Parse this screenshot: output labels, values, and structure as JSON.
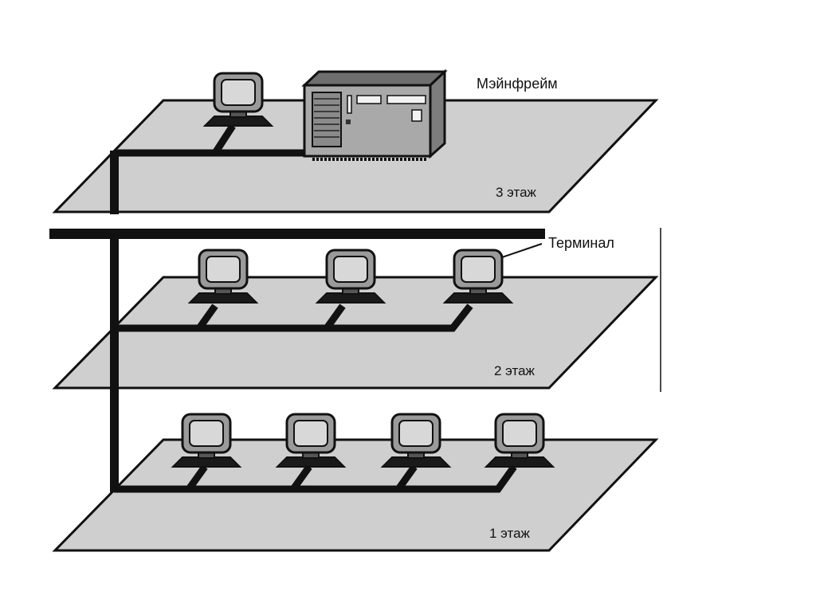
{
  "labels": {
    "mainframe": "Мэйнфрейм",
    "terminal": "Терминал",
    "floor3": "3 этаж",
    "floor2": "2 этаж",
    "floor1": "1 этаж"
  },
  "colors": {
    "floor_fill": "#cfcfcf",
    "stroke": "#111111",
    "screen": "#bdbdbd",
    "mainframe_body": "#a9a9a9",
    "mainframe_top": "#6e6e6e",
    "background": "#ffffff"
  },
  "floors": [
    {
      "name": "floor-3",
      "label_key": "floor3",
      "terminal_count": 1,
      "has_mainframe": true
    },
    {
      "name": "floor-2",
      "label_key": "floor2",
      "terminal_count": 3,
      "has_mainframe": false
    },
    {
      "name": "floor-1",
      "label_key": "floor1",
      "terminal_count": 4,
      "has_mainframe": false
    }
  ]
}
